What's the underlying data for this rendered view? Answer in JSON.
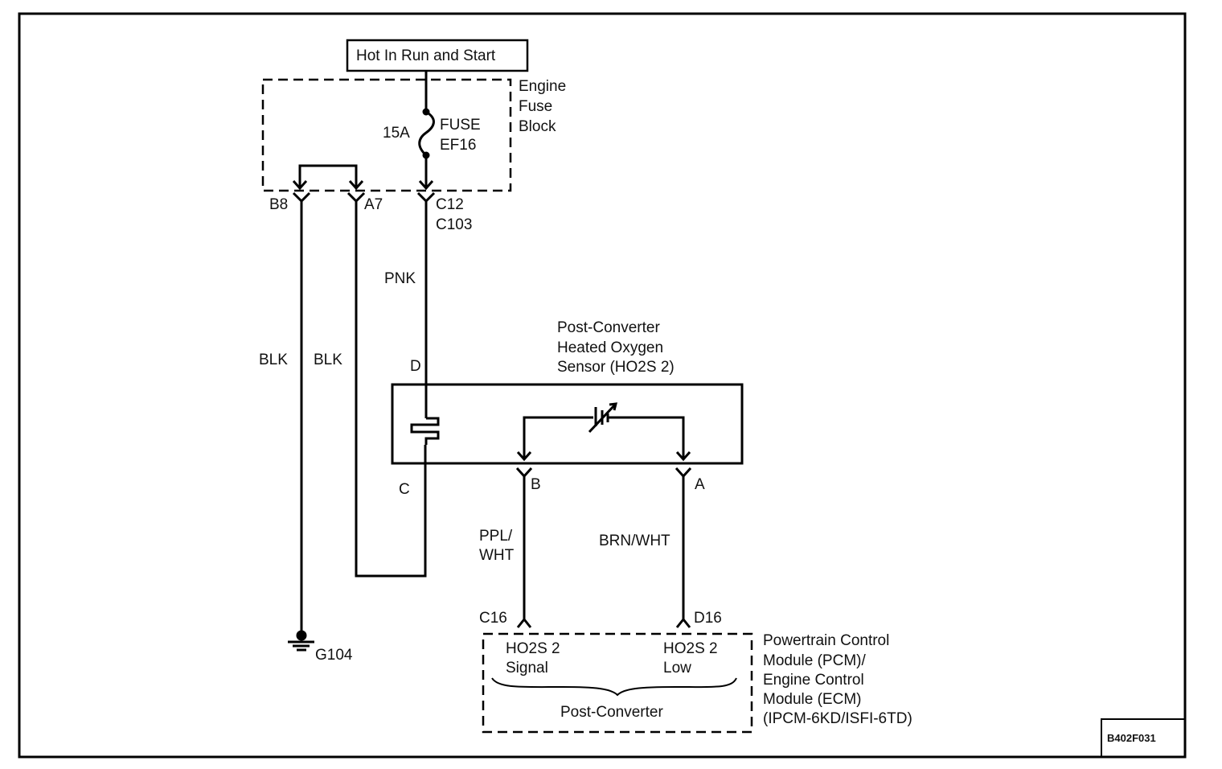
{
  "diagram": {
    "figure_id": "B402F031",
    "power_source": "Hot In Run and Start",
    "fuse_block": {
      "label_lines": [
        "Engine",
        "Fuse",
        "Block"
      ],
      "fuse_rating": "15A",
      "fuse_name_lines": [
        "FUSE",
        "EF16"
      ]
    },
    "connector_c103": {
      "name": "C103",
      "pins": {
        "b8": "B8",
        "a7": "A7",
        "c12": "C12"
      }
    },
    "wires": {
      "pnk": "PNK",
      "blk_left": "BLK",
      "blk_right": "BLK",
      "ppl_wht_lines": [
        "PPL/",
        "WHT"
      ],
      "brn_wht": "BRN/WHT"
    },
    "sensor": {
      "label_lines": [
        "Post-Converter",
        "Heated Oxygen",
        "Sensor (HO2S 2)"
      ],
      "pins": {
        "d": "D",
        "c": "C",
        "b": "B",
        "a": "A"
      }
    },
    "ground": "G104",
    "pcm": {
      "pins": {
        "c16": "C16",
        "d16": "D16"
      },
      "signal_lines": [
        "HO2S 2",
        "Signal"
      ],
      "low_lines": [
        "HO2S 2",
        "Low"
      ],
      "group_label": "Post-Converter",
      "label_lines": [
        "Powertrain Control",
        "Module (PCM)/",
        "Engine Control",
        "Module (ECM)",
        "(IPCM-6KD/ISFI-6TD)"
      ]
    }
  }
}
